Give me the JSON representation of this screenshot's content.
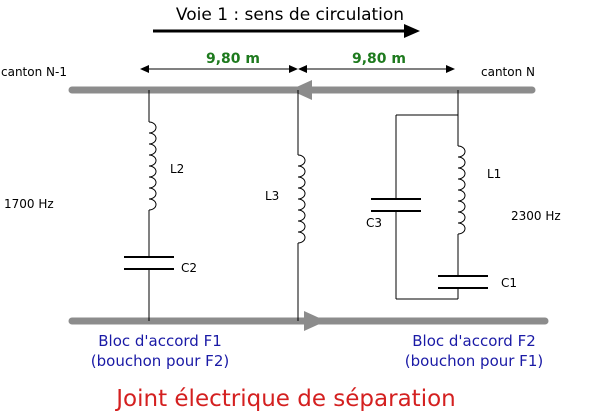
{
  "title": "Voie 1 : sens de circulation",
  "dimensions": {
    "left": "9,80 m",
    "right": "9,80 m"
  },
  "canton_left": "canton N-1",
  "canton_right": "canton N",
  "freq_left": "1700 Hz",
  "freq_right": "2300 Hz",
  "components": {
    "L1": "L1",
    "L2": "L2",
    "L3": "L3",
    "C1": "C1",
    "C2": "C2",
    "C3": "C3"
  },
  "bloc_f1": {
    "line1": "Bloc d'accord F1",
    "line2": "(bouchon pour F2)"
  },
  "bloc_f2": {
    "line1": "Bloc d'accord F2",
    "line2": "(bouchon pour F1)"
  },
  "caption": "Joint électrique de séparation",
  "colors": {
    "rail": "#8c8c8c",
    "wire": "#000000",
    "dimension_text": "#1e7a1e",
    "bloc_text": "#1a1aa6",
    "caption": "#d42020"
  }
}
